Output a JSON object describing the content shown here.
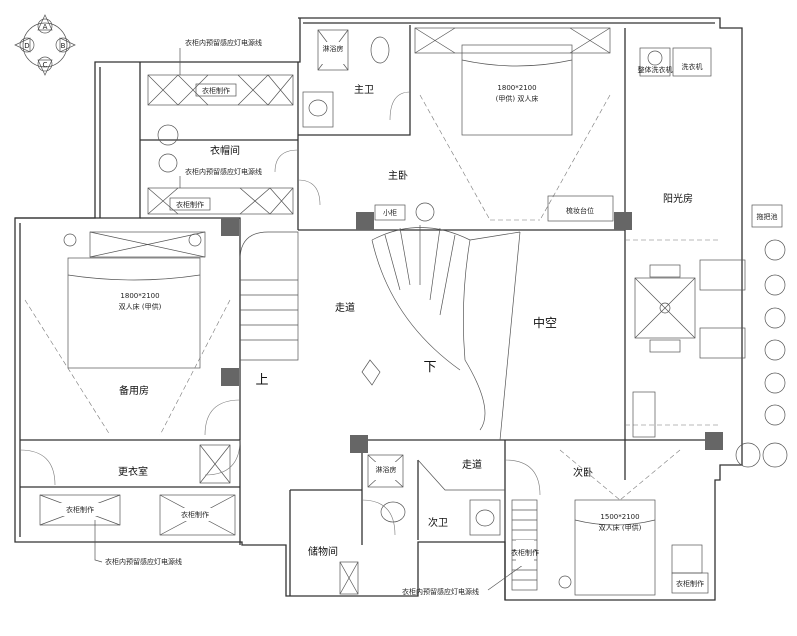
{
  "compass": {
    "a": "A",
    "b": "B",
    "c": "C",
    "d": "D"
  },
  "rooms": {
    "master_bath": "主卫",
    "master_bedroom": "主卧",
    "closet": "衣帽间",
    "sunroom": "阳光房",
    "guest_room": "备用房",
    "corridor": "走道",
    "void": "中空",
    "dressing_room": "更衣室",
    "storage": "储物间",
    "second_bath": "次卫",
    "corridor_lower": "走道",
    "second_bedroom": "次卧"
  },
  "stairs": {
    "up": "上",
    "down": "下"
  },
  "fixtures": {
    "shower_1": "淋浴房",
    "shower_2": "淋浴房",
    "double_bed_master": "1800*2100",
    "double_bed_master_sub": "(甲供) 双人床",
    "double_bed_guest": "1800*2100",
    "double_bed_guest_sub": "双人床 (甲供)",
    "double_bed_second": "1500*2100",
    "double_bed_second_sub": "双人床 (甲供)",
    "vanity": "梳妆台位",
    "small_cabinet": "小柜",
    "cabinet_1": "衣柜制作",
    "cabinet_2": "衣柜制作",
    "cabinet_3": "衣柜制作",
    "cabinet_4": "衣柜制作",
    "cabinet_5": "衣柜制作",
    "cabinet_6": "衣柜制作",
    "washer_dryer": "整体洗衣机",
    "washer": "洗衣机",
    "mop_sink": "拖把池"
  },
  "notes": {
    "note_1": "衣柜内预留感应灯电源线",
    "note_2": "衣柜内预留感应灯电源线",
    "note_3": "衣柜内预留感应灯电源线",
    "note_4": "衣柜内预留感应灯电源线"
  }
}
